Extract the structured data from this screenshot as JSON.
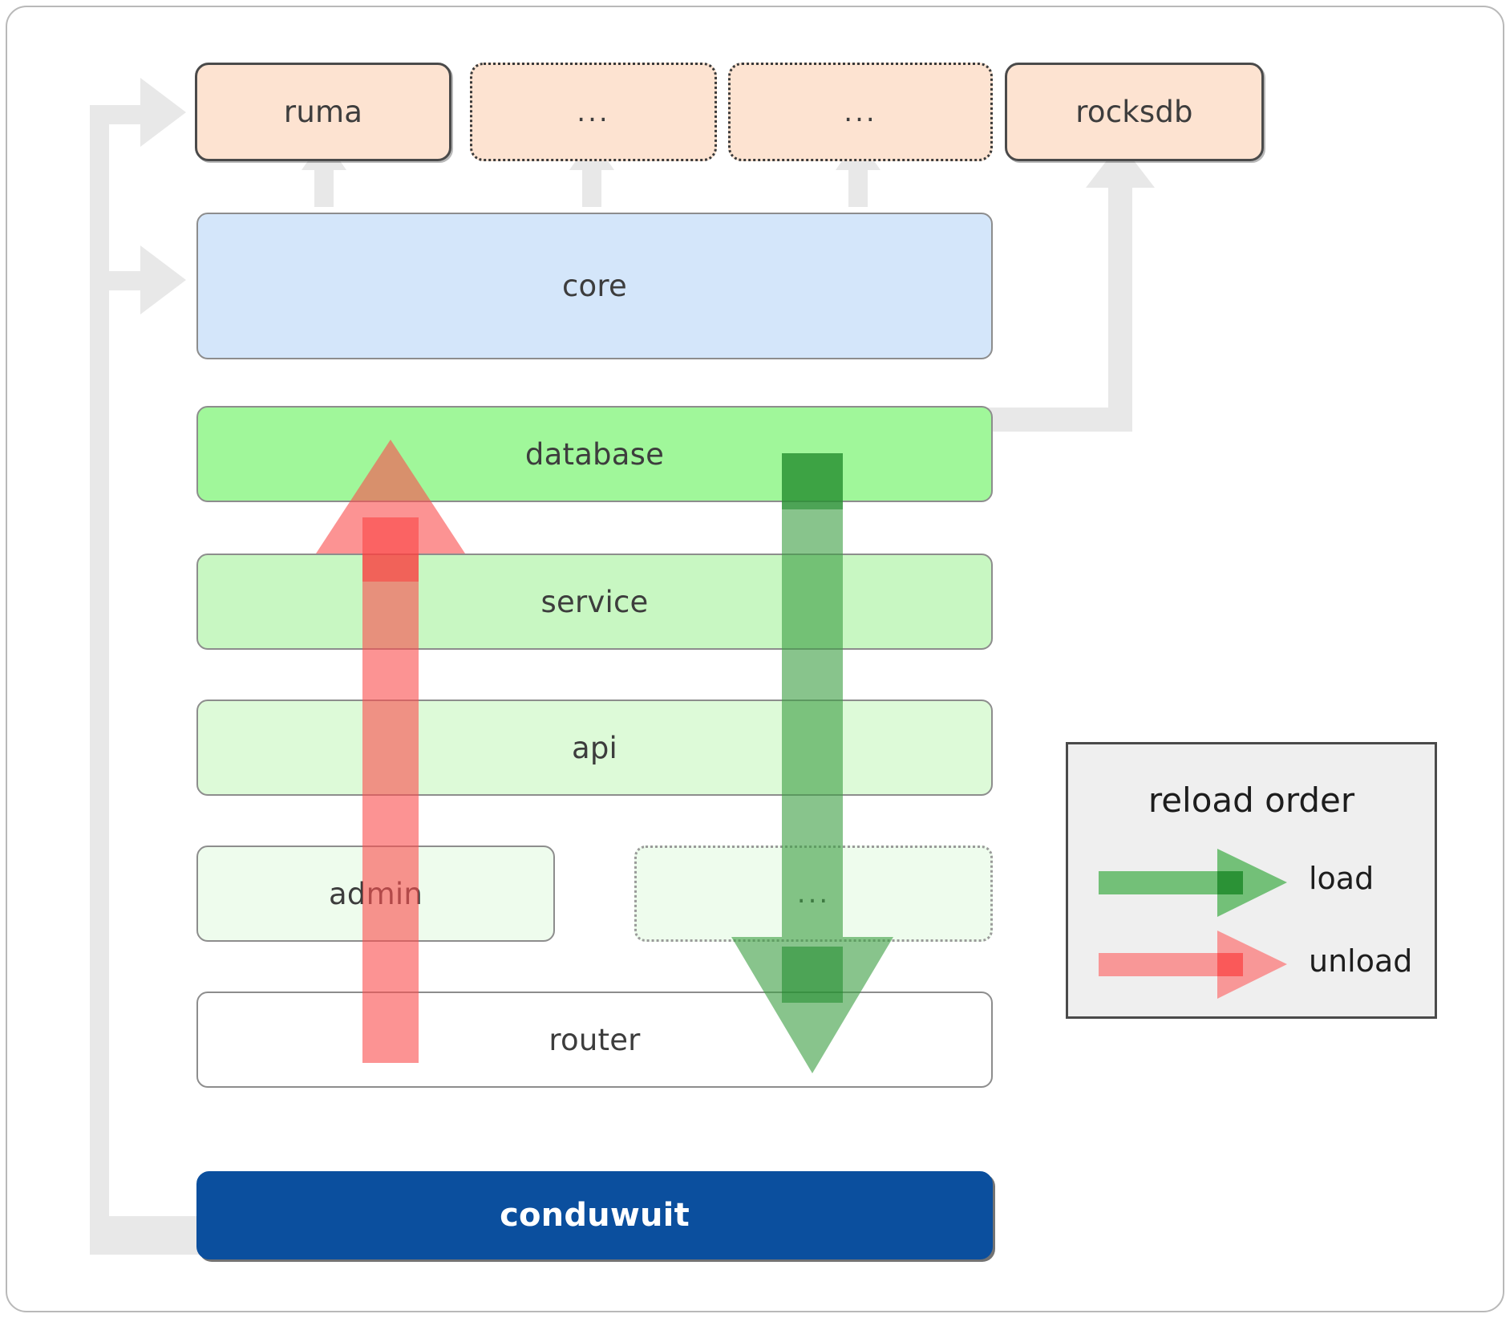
{
  "diagram": {
    "title": "conduwuit crate dependency / reload order diagram",
    "colors": {
      "dependency_fill": "#fde3d1",
      "core_fill": "#d4e6fa",
      "database_fill": "#a0f79a",
      "service_fill": "#c8f7c2",
      "api_fill": "#ddfad8",
      "admin_fill": "#eefced",
      "router_fill": "#ffffff",
      "conduwuit_fill": "#0b4f9e",
      "load_arrow": "#54b45a",
      "unload_arrow": "#fa8181",
      "connector": "#e8e8e8",
      "legend_bg": "#efefef"
    },
    "dependencies": [
      {
        "id": "ruma",
        "label": "ruma",
        "style": "solid"
      },
      {
        "id": "dep-ellipsis-1",
        "label": "...",
        "style": "dotted"
      },
      {
        "id": "dep-ellipsis-2",
        "label": "...",
        "style": "dotted"
      },
      {
        "id": "rocksdb",
        "label": "rocksdb",
        "style": "solid"
      }
    ],
    "layers": [
      {
        "id": "core",
        "label": "core",
        "style": "solid"
      },
      {
        "id": "database",
        "label": "database",
        "style": "solid"
      },
      {
        "id": "service",
        "label": "service",
        "style": "solid"
      },
      {
        "id": "api",
        "label": "api",
        "style": "solid"
      },
      {
        "id": "admin",
        "label": "admin",
        "style": "solid"
      },
      {
        "id": "layer-ellipsis",
        "label": "...",
        "style": "dotted"
      },
      {
        "id": "router",
        "label": "router",
        "style": "solid"
      }
    ],
    "binary": {
      "id": "conduwuit",
      "label": "conduwuit"
    },
    "legend": {
      "title": "reload order",
      "items": [
        {
          "id": "load",
          "label": "load",
          "color": "#54b45a"
        },
        {
          "id": "unload",
          "label": "unload",
          "color": "#fa8181"
        }
      ]
    }
  }
}
